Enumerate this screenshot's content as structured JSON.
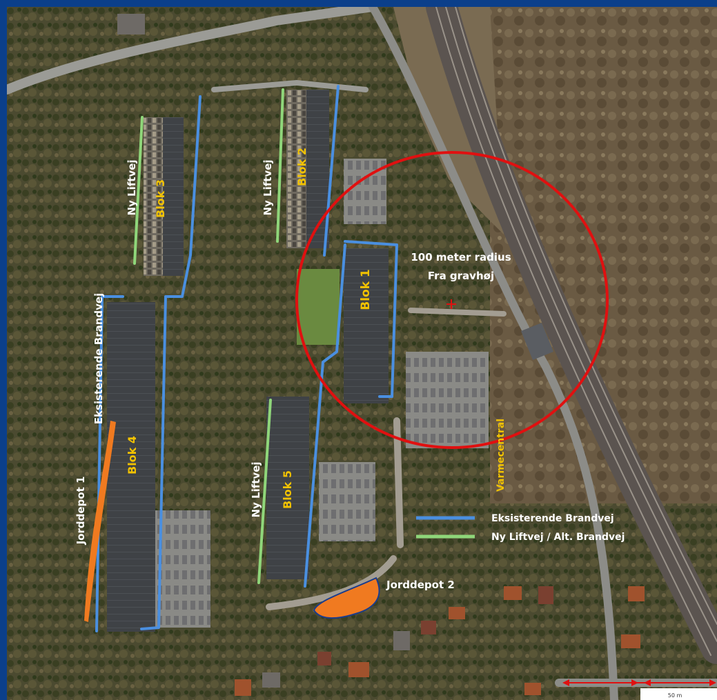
{
  "map": {
    "buildings": [
      {
        "label": "Blok 1"
      },
      {
        "label": "Blok 2"
      },
      {
        "label": "Blok 3"
      },
      {
        "label": "Blok 4"
      },
      {
        "label": "Blok 5"
      },
      {
        "label": "Varmecentral"
      }
    ],
    "roads": [
      {
        "label": "Ny Liftvej"
      },
      {
        "label": "Ny Liftvej"
      },
      {
        "label": "Ny Liftvej"
      },
      {
        "label": "Eksisterende Brandvej"
      }
    ],
    "depots": [
      {
        "label": "Jorddepot 1"
      },
      {
        "label": "Jorddepot 2"
      }
    ],
    "radius": {
      "line1": "100 meter radius",
      "line2": "Fra gravhøj"
    },
    "scale": {
      "label": "50 m"
    },
    "legend": [
      {
        "label": "Eksisterende Brandvej",
        "color": "#4a8fe0"
      },
      {
        "label": "Ny Liftvej / Alt. Brandvej",
        "color": "#8fd67a"
      }
    ],
    "colors": {
      "existing_fire_road": "#4a8fe0",
      "new_lift_road": "#8fd67a",
      "radius_circle": "#e01010",
      "building_label": "#f2c200",
      "depot": "#f07a20"
    }
  }
}
